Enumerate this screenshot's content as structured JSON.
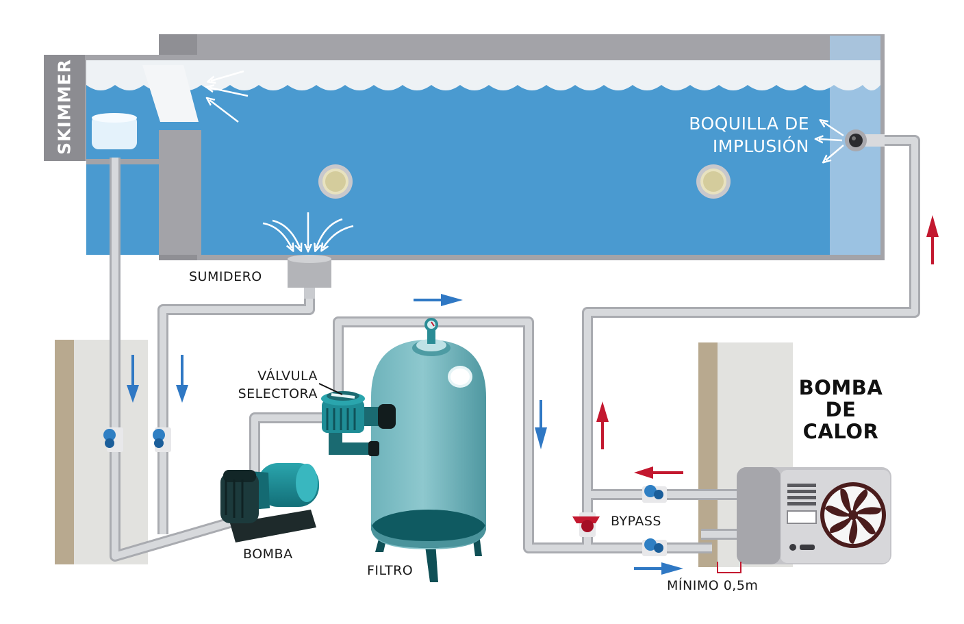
{
  "labels": {
    "skimmer": "SKIMMER",
    "boquilla_line1": "BOQUILLA DE",
    "boquilla_line2": "IMPLUSIÓN",
    "sumidero": "SUMIDERO",
    "valvula_line1": "VÁLVULA",
    "valvula_line2": "SELECTORA",
    "bomba": "BOMBA",
    "filtro": "FILTRO",
    "bypass": "BYPASS",
    "minimo": "MÍNIMO 0,5m",
    "bomba_calor_line1": "BOMBA",
    "bomba_calor_line2": "DE",
    "bomba_calor_line3": "CALOR"
  },
  "colors": {
    "water": "#4a9ad0",
    "pool_wall": "#a3a3a8",
    "pipe": "#c9cbcf",
    "filter": "#5fa9b2",
    "pump": "#1f8d96",
    "flow_blue": "#2f78c4",
    "flow_red": "#c3182f",
    "heat_pump_body": "#c2c2c6",
    "fan": "#4a1c1c"
  }
}
